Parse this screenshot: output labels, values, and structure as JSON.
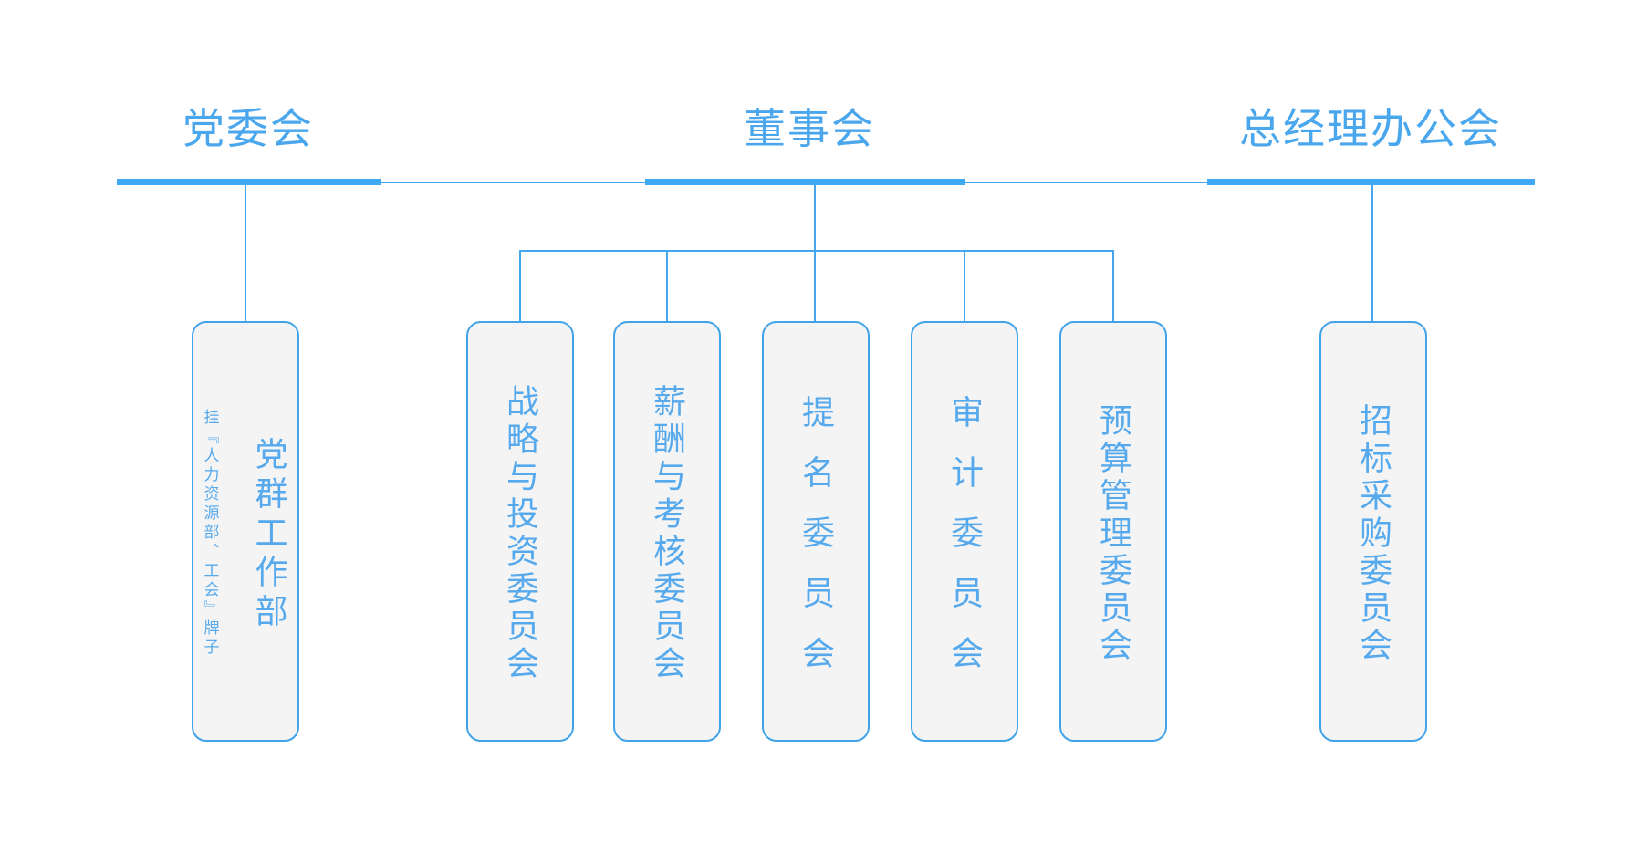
{
  "colors": {
    "line_blue": "#3fa9f5",
    "text_blue": "#55a9ec",
    "header_blue": "#4aa7ee",
    "box_border": "#41a3e8",
    "box_fill": "#f4f4f5",
    "background": "#ffffff"
  },
  "headers": [
    {
      "id": "party-committee",
      "label": "党委会"
    },
    {
      "id": "board-of-directors",
      "label": "董事会"
    },
    {
      "id": "general-manager-office",
      "label": "总经理办公会"
    }
  ],
  "boxes": [
    {
      "id": "party-mass-work-dept",
      "label": "党群工作部",
      "note": "挂『人力资源部、工会』牌子",
      "parent": "党委会"
    },
    {
      "id": "strategy-investment-committee",
      "label": "战略与投资委员会",
      "parent": "董事会"
    },
    {
      "id": "remuneration-appraisal-committee",
      "label": "薪酬与考核委员会",
      "parent": "董事会"
    },
    {
      "id": "nomination-committee",
      "label": "提名委员会",
      "parent": "董事会"
    },
    {
      "id": "audit-committee",
      "label": "审计委员会",
      "parent": "董事会"
    },
    {
      "id": "budget-management-committee",
      "label": "预算管理委员会",
      "parent": "董事会"
    },
    {
      "id": "bidding-procurement-committee",
      "label": "招标采购委员会",
      "parent": "总经理办公会"
    }
  ]
}
